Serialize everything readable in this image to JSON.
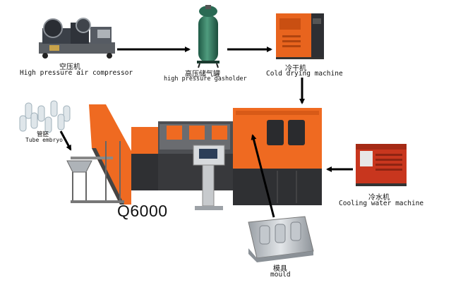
{
  "diagram": {
    "compressor": {
      "label_cn": "空压机",
      "label_en": "High pressure air compressor"
    },
    "gasholder": {
      "label_cn": "高压储气罐",
      "label_en": "high pressure gasholder"
    },
    "dryer": {
      "label_cn": "冷干机",
      "label_en": "Cold drying machine"
    },
    "preforms": {
      "label_cn": "管胚",
      "label_en": "Tube embryo"
    },
    "chiller": {
      "label_cn": "冷水机",
      "label_en": "Cooling water machine"
    },
    "mould": {
      "label_cn": "模具",
      "label_en": "mould"
    },
    "machine": {
      "model": "Q6000"
    }
  },
  "colors": {
    "machine_orange": "#e8641e",
    "machine_grey": "#3a3a3a",
    "chiller_red": "#c8361e"
  }
}
